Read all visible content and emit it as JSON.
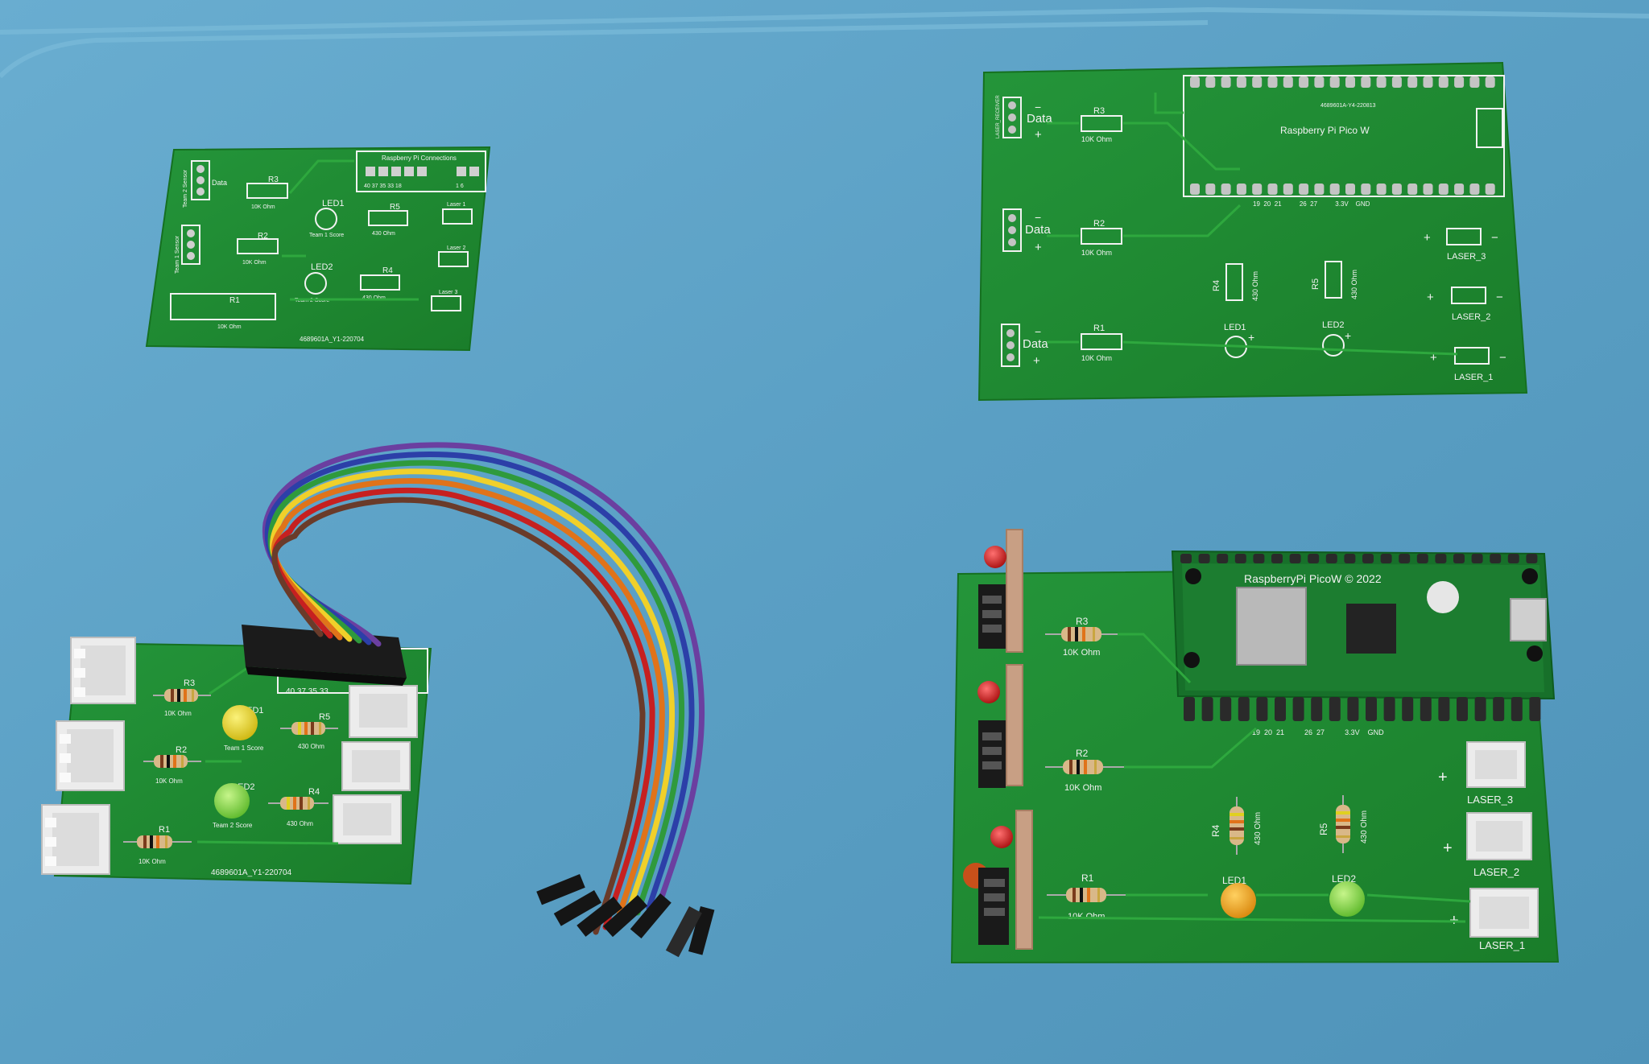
{
  "colors": {
    "mat": "#5a9fc4",
    "mat_edge": "#6aaed0",
    "pcb_green": "#1f8a2c",
    "pcb_dark": "#16701f",
    "silkscreen": "#f2f2f2",
    "pad": "#c9c9c9",
    "connector_white": "#efefef",
    "led_yellow": "#e6d21a",
    "led_green": "#79d63a",
    "led_orange": "#e59a12",
    "laser_red": "#c81414",
    "jumper_wires": [
      "#6b3fa0",
      "#2c3fa8",
      "#2f9a3c",
      "#f0d02a",
      "#e0731a",
      "#c62020",
      "#6a3b2a"
    ]
  },
  "small_bare_pcb": {
    "connections_header": "Raspberry Pi Connections",
    "connections_pins": "40  37  35  33  18",
    "connections_pins_right": "1   6",
    "data_label": "Data",
    "team2_sensor_label": "Team 2 Sensor",
    "team1_sensor_label": "Team 1 Sensor",
    "r3": "R3",
    "r3_value": "10K Ohm",
    "r2": "R2",
    "r2_value": "10K Ohm",
    "r1": "R1",
    "r1_value": "10K Ohm",
    "led1": "LED1",
    "led1_caption": "Team 1 Score",
    "r5": "R5",
    "r5_value": "430 Ohm",
    "led2": "LED2",
    "led2_caption": "Team 2 Score",
    "r4": "R4",
    "r4_value": "430 Ohm",
    "laser1": "Laser 1",
    "laser2": "Laser 2",
    "laser3": "Laser 3",
    "part_number": "4689601A_Y1-220704"
  },
  "large_bare_pcb": {
    "pico_label": "Raspberry Pi Pico W",
    "pico_id": "4689601A-Y4-220813",
    "pin_numbers": "19  20  21          26  27          3.3V    GND",
    "data_label": "Data",
    "plus": "+",
    "minus": "−",
    "r3": "R3",
    "r2": "R2",
    "r1": "R1",
    "ohm10k": "10K Ohm",
    "r4": "R4",
    "r5": "R5",
    "ohm430": "430 Ohm",
    "led1": "LED1",
    "led2": "LED2",
    "laser3": "LASER_3",
    "laser2": "LASER_2",
    "laser1": "LASER_1",
    "receiver_label": "LASER_RECEIVER"
  },
  "small_assembled_pcb": {
    "pins": "40  37  35  33",
    "r3": "R3",
    "r3_value": "10K Ohm",
    "r2": "R2",
    "r2_value": "10K Ohm",
    "r1": "R1",
    "r1_value": "10K Ohm",
    "led1": "LED1",
    "led1_caption": "Team 1 Score",
    "r5": "R5",
    "r5_value": "430 Ohm",
    "led2": "LED2",
    "led2_caption": "Team 2 Score",
    "r4": "R4",
    "r4_value": "430 Ohm",
    "part_number": "4689601A_Y1-220704"
  },
  "large_assembled_pcb": {
    "pico_silk": "RaspberryPi PicoW © 2022",
    "pin_numbers": "19  20  21          26  27          3.3V    GND",
    "r3": "R3",
    "r2": "R2",
    "r1": "R1",
    "ohm10k": "10K Ohm",
    "r4": "R4",
    "r5": "R5",
    "ohm430": "430 Ohm",
    "led1": "LED1",
    "led2": "LED2",
    "laser3": "LASER_3",
    "laser2": "LASER_2",
    "laser1": "LASER_1",
    "plus": "+"
  }
}
